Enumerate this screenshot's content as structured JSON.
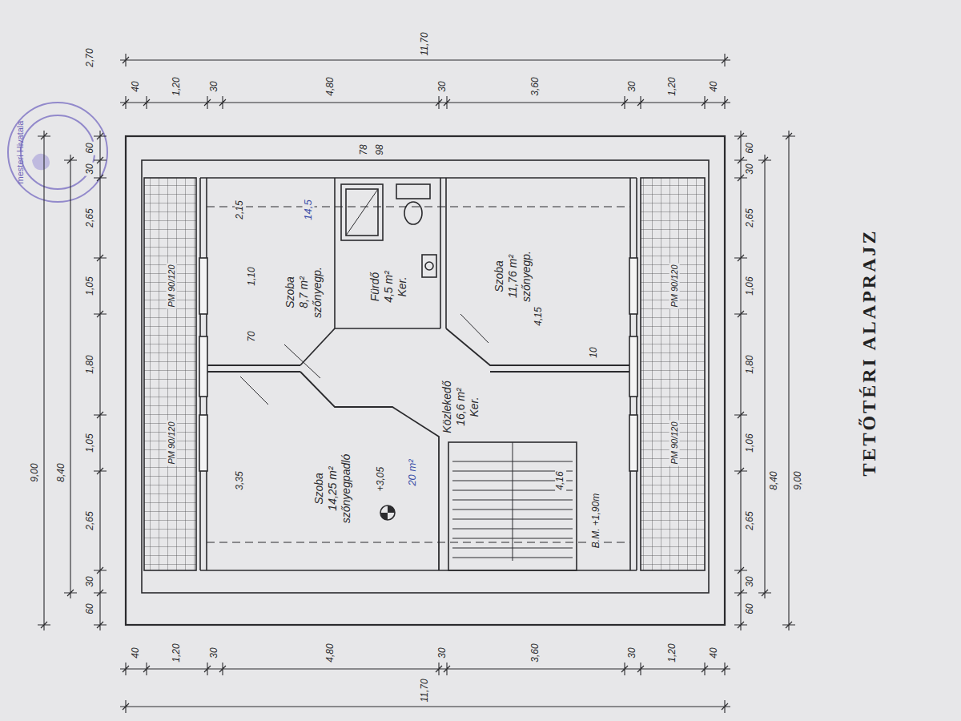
{
  "diagram": {
    "title": "TETŐTÉRI ALAPRAJZ",
    "nodes": [
      {
        "text": [
          "Szoba",
          "8,7 m²",
          "szőnyegp."
        ]
      },
      {
        "text": [
          "Fürdő",
          "4,5 m²",
          "Ker."
        ]
      },
      {
        "text": [
          "Szoba",
          "11,76 m²",
          "szőnyegp."
        ]
      },
      {
        "text": [
          "Közlekedő",
          "16,6 m²",
          "Ker."
        ]
      },
      {
        "text": [
          "Szoba",
          "14,25 m²",
          "szőnyegpadló"
        ]
      }
    ],
    "labels": [
      "11,70",
      "40",
      "1,20",
      "30",
      "4,80",
      "30",
      "3,60",
      "30",
      "1,20",
      "40",
      "9,00",
      "8,40",
      "60",
      "30",
      "2,65",
      "1,05",
      "1,80",
      "1,05",
      "2,65",
      "30",
      "60",
      "60",
      "30",
      "2,65",
      "1,06",
      "1,80",
      "1,06",
      "2,65",
      "30",
      "60",
      "8,40",
      "9,00",
      "40",
      "1,20",
      "30",
      "4,80",
      "30",
      "3,60",
      "30",
      "1,20",
      "40",
      "11,70",
      "2,70",
      "78",
      "98",
      "2,15",
      "14,5",
      "1,10",
      "70",
      "3,35",
      "+3,05",
      "20 m²",
      "10",
      "4,15",
      "4,16",
      "B.M. +1,90m",
      "PM 90/120",
      "PM 90/120",
      "PM 90/120",
      "PM 90/120",
      "mesteri Hivatala"
    ]
  }
}
